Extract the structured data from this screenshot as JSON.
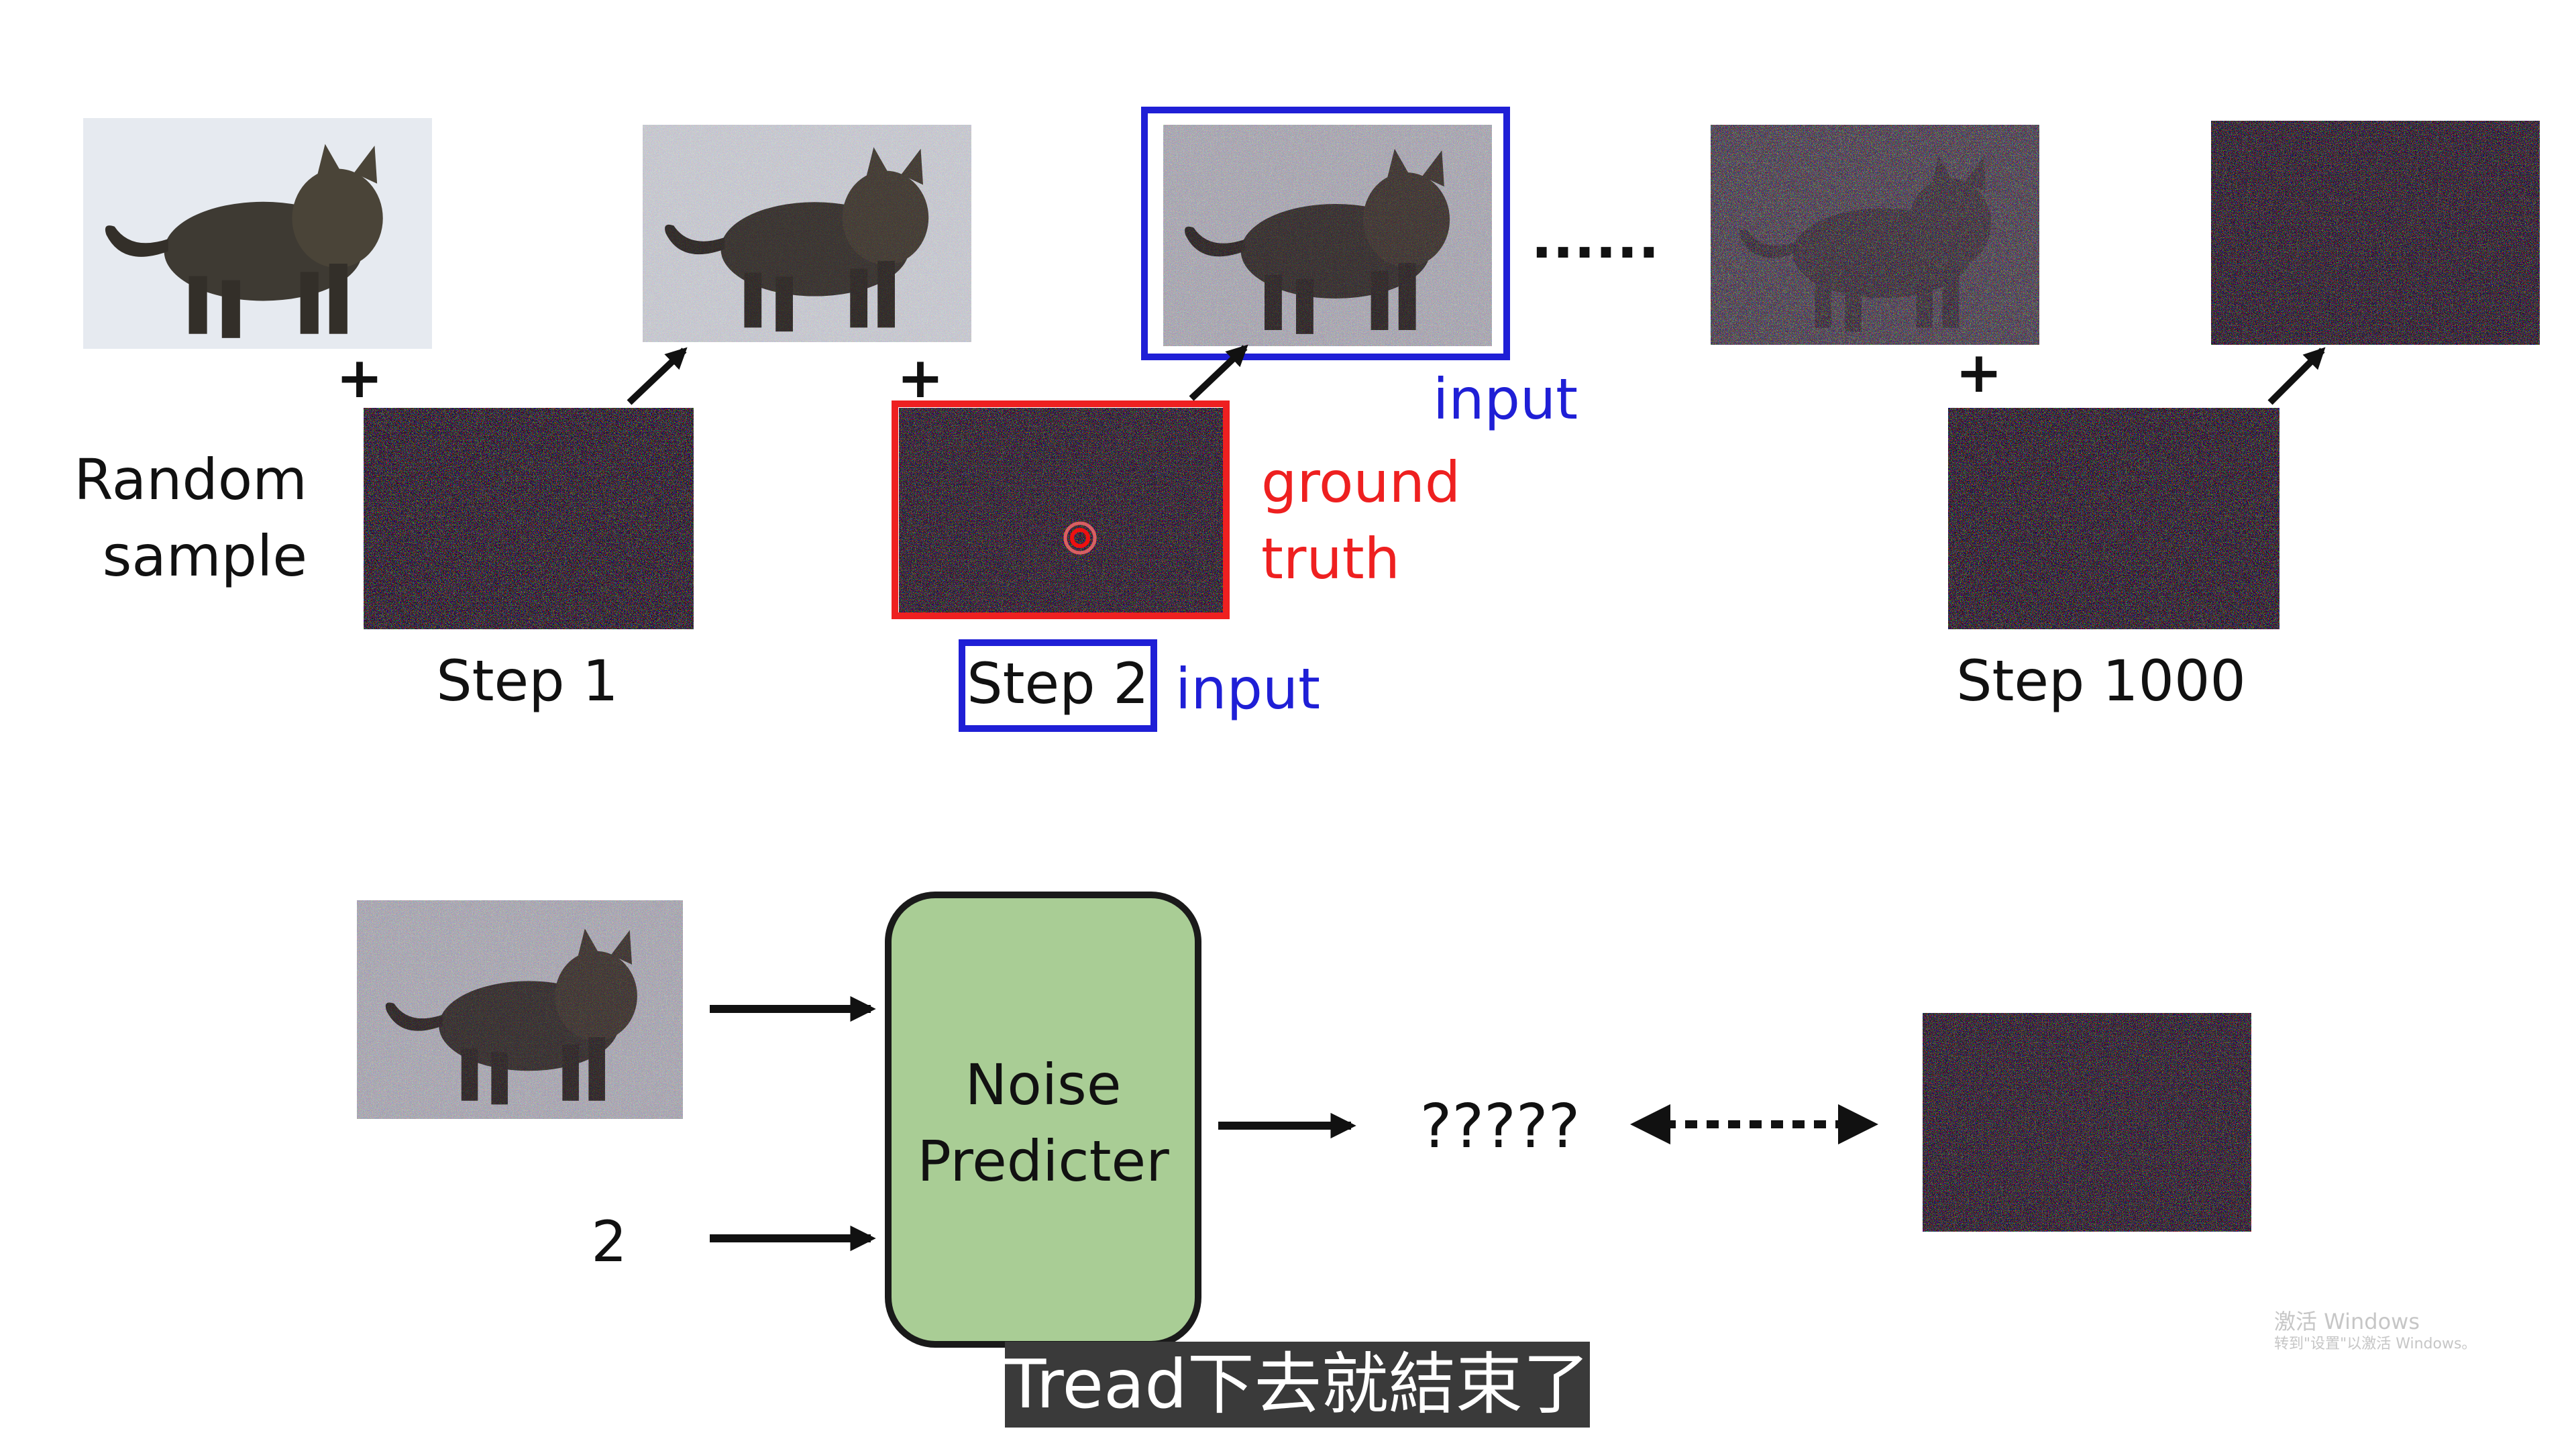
{
  "top_row": {
    "random_sample_line1": "Random",
    "random_sample_line2": "sample",
    "step1_label": "Step 1",
    "step2_label": "Step 2",
    "step2_input_label": "input",
    "step1000_label": "Step 1000",
    "input_label": "input",
    "ground_truth_line1": "ground",
    "ground_truth_line2": "truth",
    "ellipsis": "......",
    "plus_sign": "+"
  },
  "bottom_row": {
    "step_number": "2",
    "noise_predictor_line1": "Noise",
    "noise_predictor_line2": "Predicter",
    "unknown_output": "?????"
  },
  "subtitle": {
    "text": "Tread下去就結束了"
  },
  "watermark": {
    "line1": "激活 Windows",
    "line2": "转到\"设置\"以激活 Windows。"
  },
  "colors": {
    "blue": "#1f1fd6",
    "red": "#ee2020",
    "predictor_fill": "#a9cd95",
    "predictor_stroke": "#1a1a1a",
    "text": "#111111",
    "subtitle_bg": "#3a3a3a",
    "snow": "#e6eaf0",
    "cat": "#3e3a33"
  },
  "icons": {
    "arrow": "arrow-icon",
    "double_arrow": "dashed-double-arrow-icon",
    "cursor": "cursor-ring-icon"
  }
}
